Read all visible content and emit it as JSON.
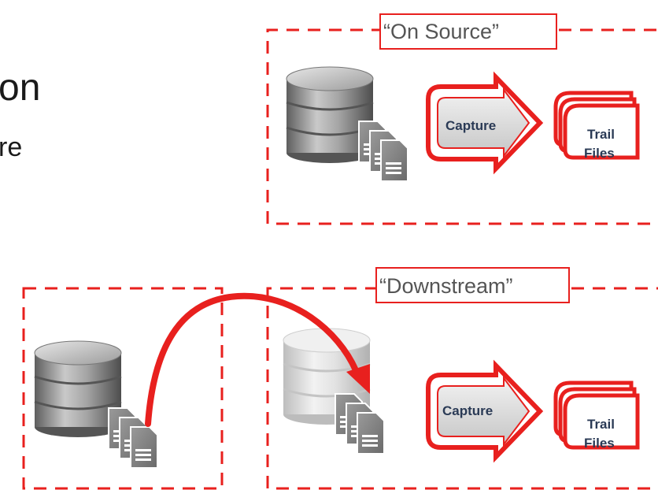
{
  "slide": {
    "title_fragment": "on",
    "subtitle_fragment": "re"
  },
  "on_source": {
    "label": "“On Source”",
    "capture_label": "Capture",
    "trail_line1": "Trail",
    "trail_line2": "Files"
  },
  "downstream": {
    "label": "“Downstream”",
    "capture_label": "Capture",
    "trail_line1": "Trail",
    "trail_line2": "Files"
  },
  "colors": {
    "accent_red": "#e8201e",
    "db_gray": "#8a8a8a",
    "db_faded": "#d4d4d4",
    "text_navy": "#2a3a55"
  }
}
